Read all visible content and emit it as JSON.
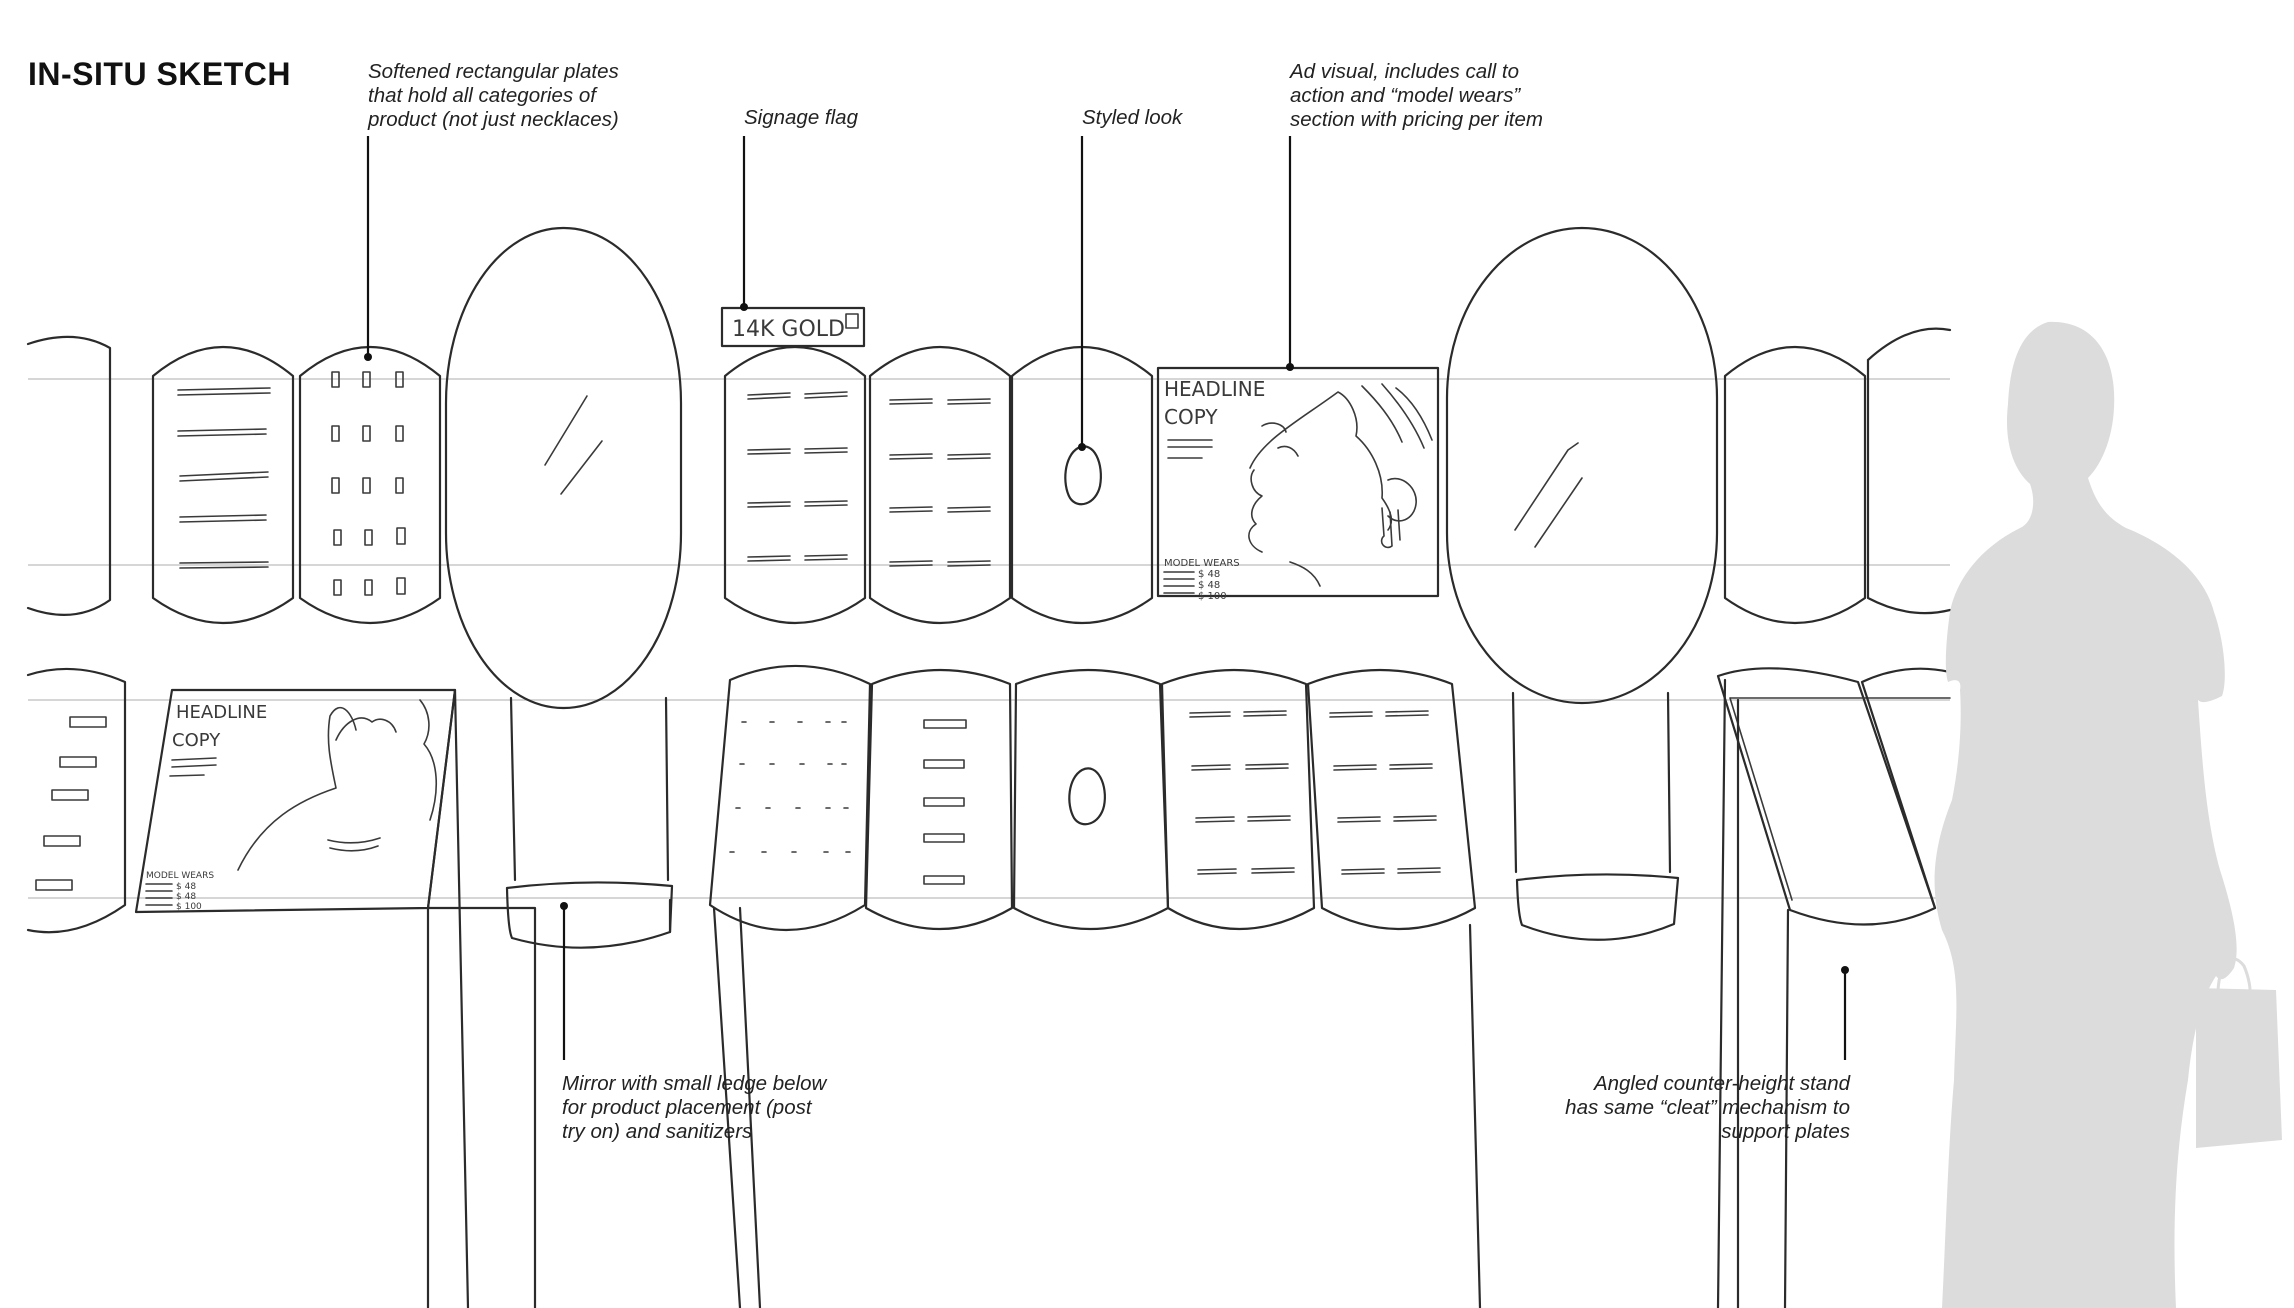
{
  "title": "IN-SITU SKETCH",
  "annotations": {
    "plates": "Softened rectangular plates\nthat hold all categories of\nproduct (not just necklaces)",
    "signage_flag": "Signage flag",
    "styled_look": "Styled look",
    "ad_visual": "Ad visual, includes call to\naction and “model wears”\nsection with pricing per item",
    "mirror": "Mirror with small ledge below\nfor product placement (post\ntry on) and sanitizers",
    "angled_stand": "Angled counter-height stand\nhas same “cleat” mechanism to\nsupport plates"
  },
  "sketch_labels": {
    "signage": "14K GOLD",
    "ad_headline_1": "HEADLINE",
    "ad_headline_2": "COPY",
    "ad_model_wears": "MODEL WEARS",
    "ad_prices": [
      "$ 48",
      "$ 48",
      "$ 100"
    ],
    "counter_headline_1": "HEADLINE",
    "counter_headline_2": "COPY",
    "counter_model_wears": "MODEL WEARS",
    "counter_prices": [
      "$ 48",
      "$ 48",
      "$ 100"
    ]
  },
  "colors": {
    "ink": "#2b2b2b",
    "guide": "#c9c9c9",
    "silhouette": "#dcdcdc",
    "background": "#ffffff"
  }
}
